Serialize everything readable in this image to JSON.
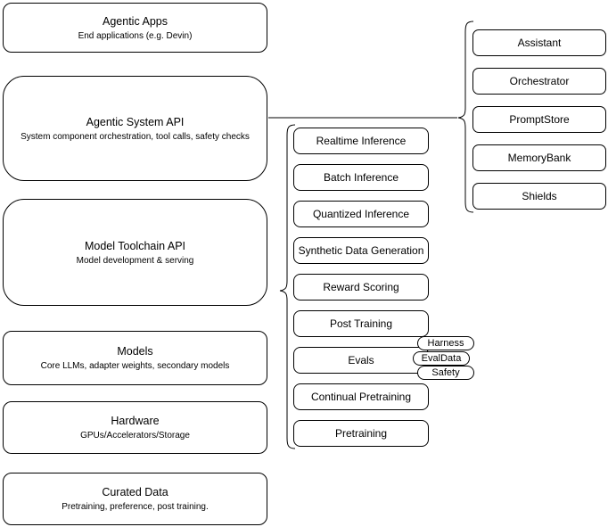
{
  "diagram": {
    "left_stack": [
      {
        "title": "Agentic Apps",
        "subtitle": "End applications (e.g. Devin)"
      },
      {
        "title": "Agentic System API",
        "subtitle": "System component orchestration, tool calls, safety checks"
      },
      {
        "title": "Model Toolchain API",
        "subtitle": "Model development & serving"
      },
      {
        "title": "Models",
        "subtitle": "Core LLMs, adapter weights, secondary models"
      },
      {
        "title": "Hardware",
        "subtitle": "GPUs/Accelerators/Storage"
      },
      {
        "title": "Curated Data",
        "subtitle": "Pretraining, preference, post training."
      }
    ],
    "toolchain_services": [
      "Realtime Inference",
      "Batch Inference",
      "Quantized Inference",
      "Synthetic Data Generation",
      "Reward Scoring",
      "Post Training",
      "Evals",
      "Continual Pretraining",
      "Pretraining"
    ],
    "eval_tags": [
      "Harness",
      "EvalData",
      "Safety"
    ],
    "system_components": [
      "Assistant",
      "Orchestrator",
      "PromptStore",
      "MemoryBank",
      "Shields"
    ],
    "colors": {
      "stroke": "#000000",
      "fill": "#ffffff",
      "text": "#000000",
      "background": "#ffffff"
    }
  }
}
